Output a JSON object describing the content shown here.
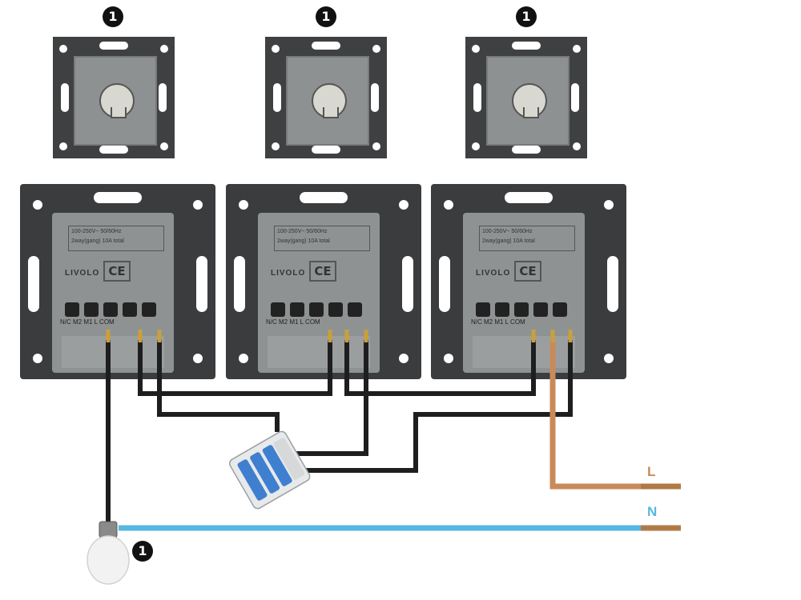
{
  "badge_label": "1",
  "wire_labels": {
    "live": "L",
    "neutral": "N"
  },
  "module": {
    "brand": "LIVOLO",
    "ce_mark": "CE",
    "spec_line1": "100-250V~ 50/60Hz",
    "spec_line2": "2way(gang) 10A total",
    "terminal_labels": "N/C  M2  M1     L     COM"
  },
  "colors": {
    "live_wire": "#c98a5a",
    "neutral_wire": "#58b7e0",
    "control_wire": "#1e1e1e",
    "plate": "#3a3c3e",
    "module_body": "#8f9293",
    "connector_blue": "#3f7fd0"
  },
  "icons": [
    "light-bulb-icon",
    "wago-connector-icon"
  ]
}
